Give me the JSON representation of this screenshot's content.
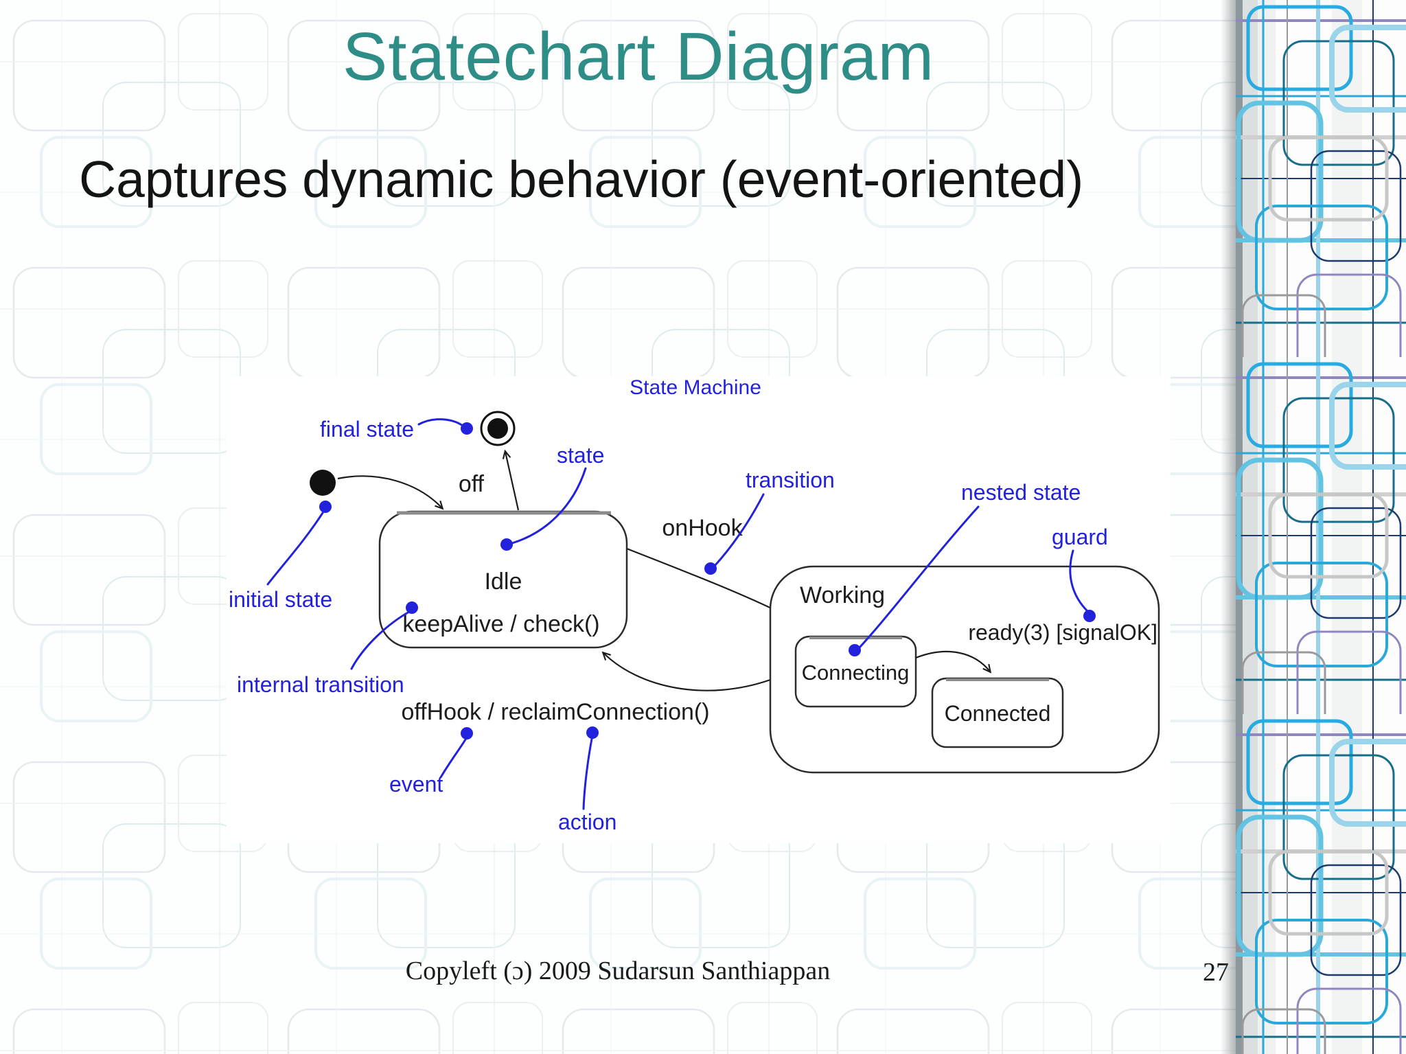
{
  "slide": {
    "title": "Statechart Diagram",
    "subtitle": "Captures dynamic behavior (event-oriented)",
    "footer": "Copyleft (ɔ) 2009 Sudarsun Santhiappan",
    "page_number": "27"
  },
  "colors": {
    "title_teal": "#2e8d86",
    "annotation_blue": "#2222dd",
    "ink": "#1c1c1c"
  },
  "diagram": {
    "caption": "State Machine",
    "states": {
      "idle": {
        "name": "Idle",
        "internal_activity": "keepAlive / check()"
      },
      "working": {
        "name": "Working"
      },
      "connecting": {
        "name": "Connecting"
      },
      "connected": {
        "name": "Connected"
      }
    },
    "transitions": {
      "off_label": "off",
      "onhook_label": "onHook",
      "offhook_label": "offHook / reclaimConnection()",
      "ready_label": "ready(3) [signalOK]"
    },
    "annotations": {
      "final_state": "final state",
      "state": "state",
      "initial_state": "initial state",
      "internal_transition": "internal transition",
      "transition": "transition",
      "nested_state": "nested state",
      "guard": "guard",
      "event": "event",
      "action": "action"
    }
  }
}
